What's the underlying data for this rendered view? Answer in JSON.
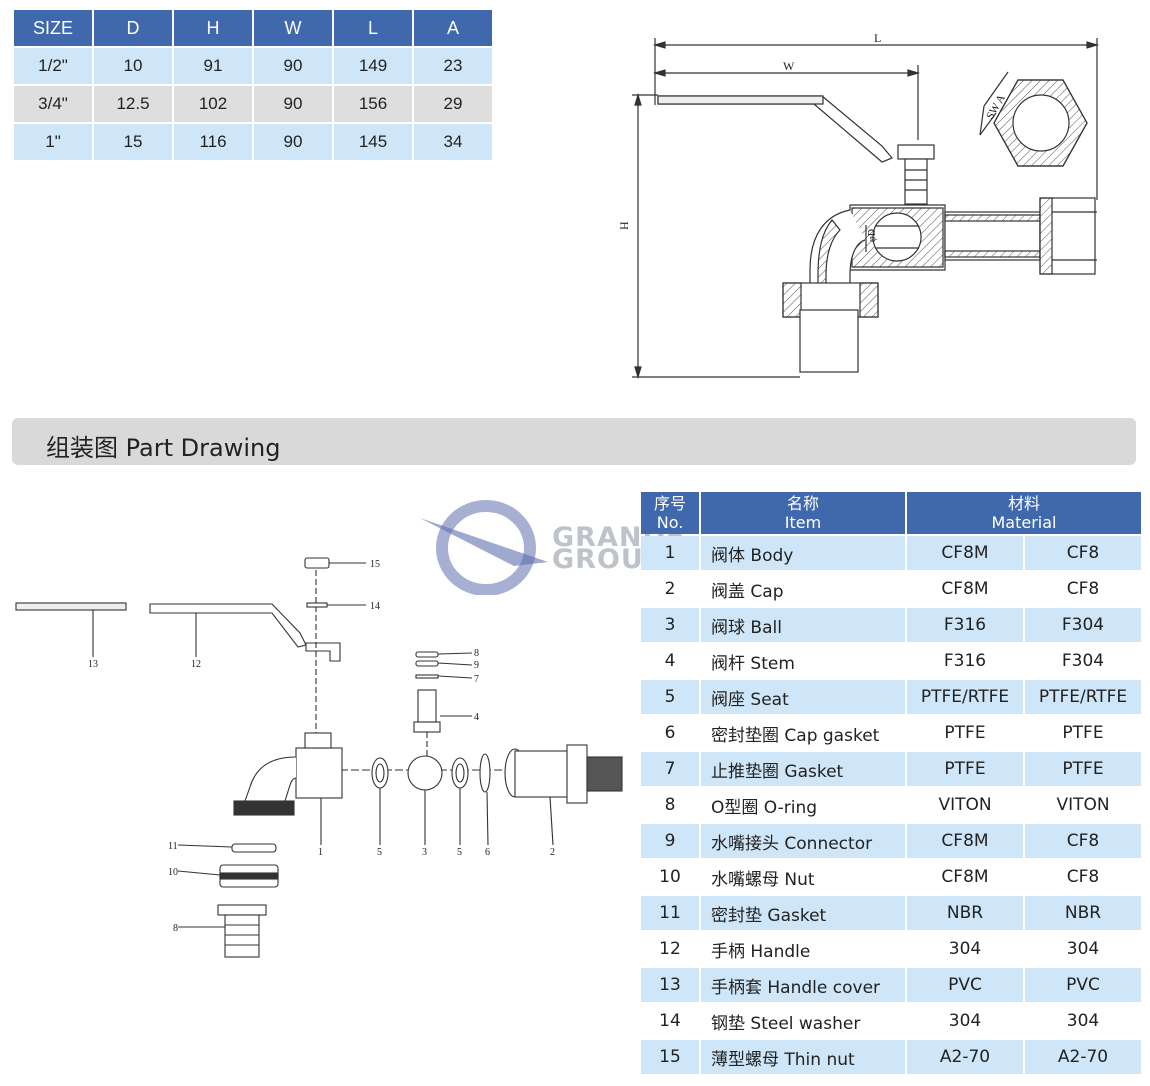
{
  "size_table": {
    "headers": [
      "SIZE",
      "D",
      "H",
      "W",
      "L",
      "A"
    ],
    "rows": [
      [
        "1/2\"",
        "10",
        "91",
        "90",
        "149",
        "23"
      ],
      [
        "3/4\"",
        "12.5",
        "102",
        "90",
        "156",
        "29"
      ],
      [
        "1\"",
        "15",
        "116",
        "90",
        "145",
        "34"
      ]
    ]
  },
  "dimension_labels": {
    "L": "L",
    "W": "W",
    "H": "H",
    "SW_A": "SW A",
    "phiD": "φD"
  },
  "section_title": "组装图 Part Drawing",
  "watermark": {
    "line1": "GRANDE",
    "line2": "GROUP"
  },
  "callouts": [
    "1",
    "2",
    "3",
    "4",
    "5",
    "5",
    "6",
    "7",
    "8",
    "8",
    "9",
    "10",
    "11",
    "12",
    "13",
    "14",
    "15"
  ],
  "parts_table": {
    "header_no": "序号\nNo.",
    "header_item": "名称\nItem",
    "header_material": "材料\nMaterial",
    "rows": [
      {
        "no": "1",
        "item": "阀体 Body",
        "m1": "CF8M",
        "m2": "CF8"
      },
      {
        "no": "2",
        "item": "阀盖 Cap",
        "m1": "CF8M",
        "m2": "CF8"
      },
      {
        "no": "3",
        "item": "阀球 Ball",
        "m1": "F316",
        "m2": "F304"
      },
      {
        "no": "4",
        "item": "阀杆 Stem",
        "m1": "F316",
        "m2": "F304"
      },
      {
        "no": "5",
        "item": "阀座 Seat",
        "m1": "PTFE/RTFE",
        "m2": "PTFE/RTFE"
      },
      {
        "no": "6",
        "item": "密封垫圈 Cap gasket",
        "m1": "PTFE",
        "m2": "PTFE"
      },
      {
        "no": "7",
        "item": "止推垫圈 Gasket",
        "m1": "PTFE",
        "m2": "PTFE"
      },
      {
        "no": "8",
        "item": "O型圈 O-ring",
        "m1": "VITON",
        "m2": "VITON"
      },
      {
        "no": "9",
        "item": "水嘴接头 Connector",
        "m1": "CF8M",
        "m2": "CF8"
      },
      {
        "no": "10",
        "item": "水嘴螺母 Nut",
        "m1": "CF8M",
        "m2": "CF8"
      },
      {
        "no": "11",
        "item": "密封垫 Gasket",
        "m1": "NBR",
        "m2": "NBR"
      },
      {
        "no": "12",
        "item": "手柄  Handle",
        "m1": "304",
        "m2": "304"
      },
      {
        "no": "13",
        "item": "手柄套 Handle cover",
        "m1": "PVC",
        "m2": "PVC"
      },
      {
        "no": "14",
        "item": "钢垫 Steel washer",
        "m1": "304",
        "m2": "304"
      },
      {
        "no": "15",
        "item": "薄型螺母 Thin nut",
        "m1": "A2-70",
        "m2": "A2-70"
      }
    ]
  },
  "colors": {
    "header_blue": "#3f68ad",
    "row_light_blue": "#cfe6f8",
    "row_grey": "#dedede",
    "banner_grey": "#d9d9d9"
  }
}
